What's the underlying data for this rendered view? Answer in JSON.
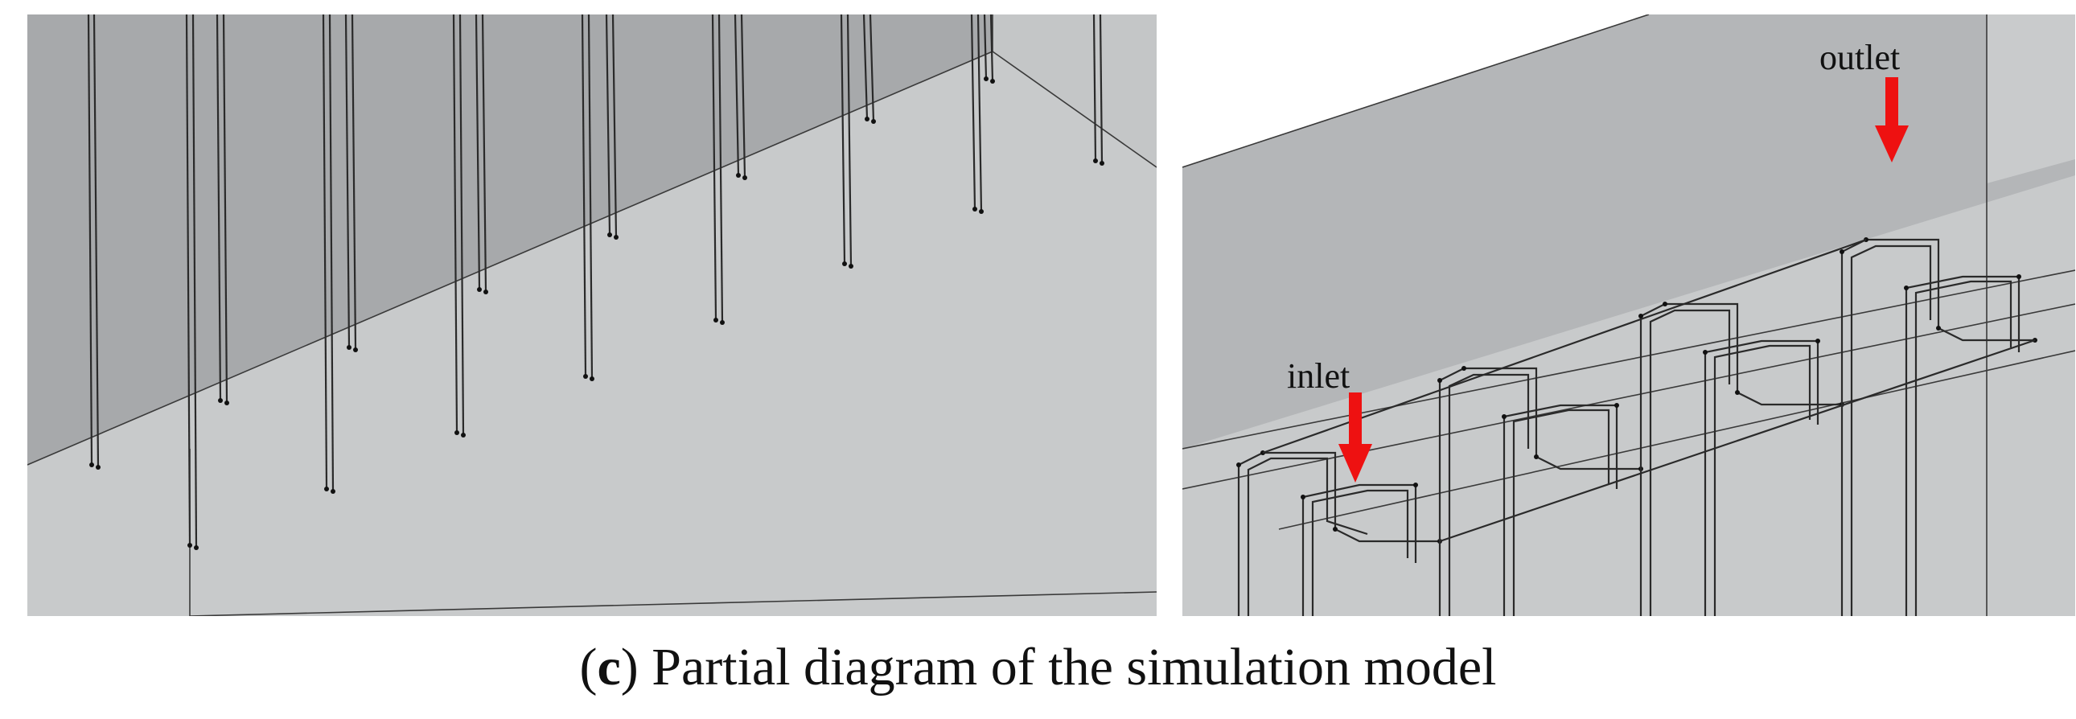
{
  "figure": {
    "caption_letter": "c",
    "caption_text": "Partial diagram of the simulation model",
    "labels": {
      "inlet": "inlet",
      "outlet": "outlet"
    },
    "colors": {
      "arrow": "#ee1111",
      "wall_dark": "#a7a9ab",
      "floor_light": "#c8cacb",
      "background": "#ffffff"
    }
  }
}
